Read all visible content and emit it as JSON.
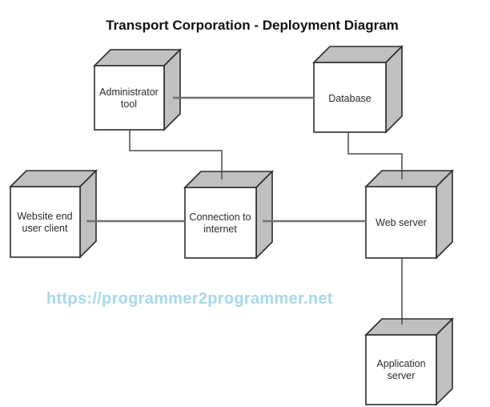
{
  "title": "Transport Corporation - Deployment Diagram",
  "watermark": "https://programmer2programmer.net",
  "colors": {
    "node_fill": "#ffffff",
    "node_shade": "#c0c0c0",
    "node_border": "#2b2b2b",
    "connector": "#707070",
    "connector_dark": "#4a4a4a",
    "label": "#2b2b2b",
    "title": "#111111",
    "watermark": "#a6d9ec"
  },
  "diagram": {
    "type": "uml-deployment",
    "nodes": [
      {
        "id": "administrator-tool",
        "label": "Administrator tool",
        "lines": [
          "Administrator",
          "tool"
        ]
      },
      {
        "id": "database",
        "label": "Database",
        "lines": [
          "Database"
        ]
      },
      {
        "id": "website-end-user-client",
        "label": "Website end user client",
        "lines": [
          "Website end",
          "user client"
        ]
      },
      {
        "id": "connection-to-internet",
        "label": "Connection to internet",
        "lines": [
          "Connection to",
          "internet"
        ]
      },
      {
        "id": "web-server",
        "label": "Web server",
        "lines": [
          "Web server"
        ]
      },
      {
        "id": "application-server",
        "label": "Application server",
        "lines": [
          "Application",
          "server"
        ]
      }
    ],
    "connections": [
      {
        "from": "administrator-tool",
        "to": "database"
      },
      {
        "from": "administrator-tool",
        "to": "connection-to-internet"
      },
      {
        "from": "database",
        "to": "web-server"
      },
      {
        "from": "website-end-user-client",
        "to": "connection-to-internet"
      },
      {
        "from": "connection-to-internet",
        "to": "web-server"
      },
      {
        "from": "web-server",
        "to": "application-server"
      }
    ]
  }
}
